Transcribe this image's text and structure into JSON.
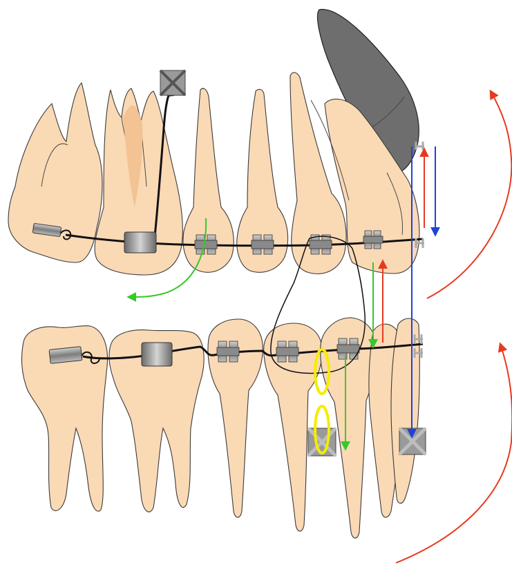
{
  "diagram": {
    "subject": "orthodontic-appliance-lateral-view",
    "colors": {
      "tooth_fill": "#FAD9B5",
      "tooth_fill_shade": "#F3C394",
      "tooth_stroke": "#3a3a3a",
      "archwire": "#111111",
      "bracket": "#8a8a8a",
      "bracket_dark": "#5a5a5a",
      "implant": "#9a9a9a",
      "bone_block": "#6e6e6e",
      "force_red": "#E8391F",
      "force_blue": "#1F43D6",
      "force_green": "#35C92A",
      "elastic_yellow": "#F5EC00",
      "elastic_loop": "#111111",
      "background": "#ffffff"
    },
    "arrows": {
      "upper_rotation_arrow": "red-curved-arrow",
      "lower_rotation_arrow": "red-curved-arrow",
      "upper_vertical_red": "red-arrow-up",
      "upper_vertical_blue": "blue-arrow-down",
      "long_blue": "blue-arrow-down",
      "green_up_to_lower": "green-arrow-down",
      "green_lower_extrusion": "green-arrow-down",
      "green_curved": "green-curved-arrow-left",
      "red_short": "red-arrow-up"
    }
  }
}
